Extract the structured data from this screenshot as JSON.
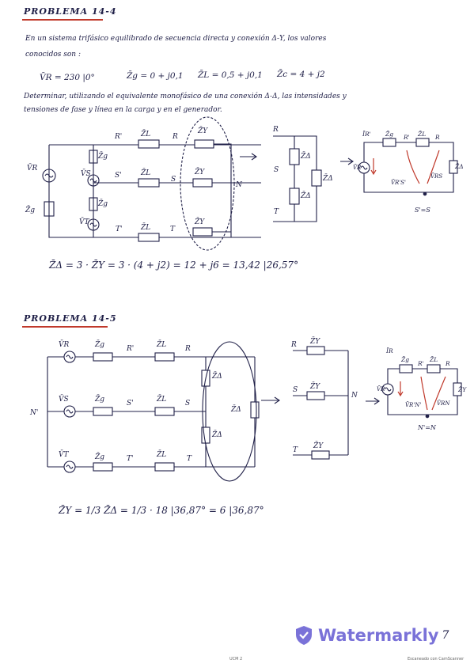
{
  "problem1": {
    "title": "PROBLEMA   14-4",
    "statement_line1": "En un sistema trifásico equilibrado de secuencia directa y conexión Δ-Y, los valores",
    "statement_line2": "conocidos son :",
    "given_vr": "V̄R = 230 |0°",
    "given_zg": "Z̄g = 0 + j0,1",
    "given_zl": "Z̄L = 0,5 + j0,1",
    "given_zc": "Z̄c = 4 + j2",
    "task_line1": "Determinar, utilizando el equivalente monofásico de una conexión Δ-Δ, las intensidades y",
    "task_line2": "tensiones de fase y línea en la carga y en el generador.",
    "result": "Z̄Δ = 3 · Z̄Y = 3 · (4 + j2) = 12 + j6 = 13,42 |26,57°",
    "labels": {
      "vr": "V̄R",
      "vs": "V̄S",
      "vt": "V̄T",
      "zg": "Z̄g",
      "zl": "Z̄L",
      "zy": "Z̄Y",
      "zd": "Z̄Δ",
      "r1": "R'",
      "s1": "S'",
      "t1": "T'",
      "r": "R",
      "s": "S",
      "t": "T",
      "n": "N",
      "ir": "ĪR'",
      "vrs1": "V̄R'S'",
      "vrs": "V̄RS",
      "s_eq": "S'=S"
    }
  },
  "problem2": {
    "title": "PROBLEMA   14-5",
    "result_lhs": "Z̄Y =",
    "result_frac": "1/3",
    "result_mid": "Z̄Δ =",
    "result_rhs": "· 18 |36,87°  =  6 |36,87°",
    "labels": {
      "vr": "V̄R",
      "vs": "V̄S",
      "vt": "V̄T",
      "zg": "Z̄g",
      "zl": "Z̄L",
      "zy": "Z̄Y",
      "zd": "Z̄Δ",
      "r1": "R'",
      "s1": "S'",
      "t1": "T'",
      "r": "R",
      "s": "S",
      "t": "T",
      "n": "N",
      "n1": "N'",
      "ir": "ĪR",
      "vrn1": "V̄R'N'",
      "vrn": "V̄RN",
      "n_eq": "N'=N"
    }
  },
  "watermark": {
    "text": "Watermarkly",
    "page_number": "7"
  },
  "footer": {
    "left": "UCM 2",
    "right": "Escaneado con CamScanner"
  },
  "colors": {
    "ink": "#202048",
    "underline": "#c0392b",
    "watermark": "#7a72d8"
  }
}
